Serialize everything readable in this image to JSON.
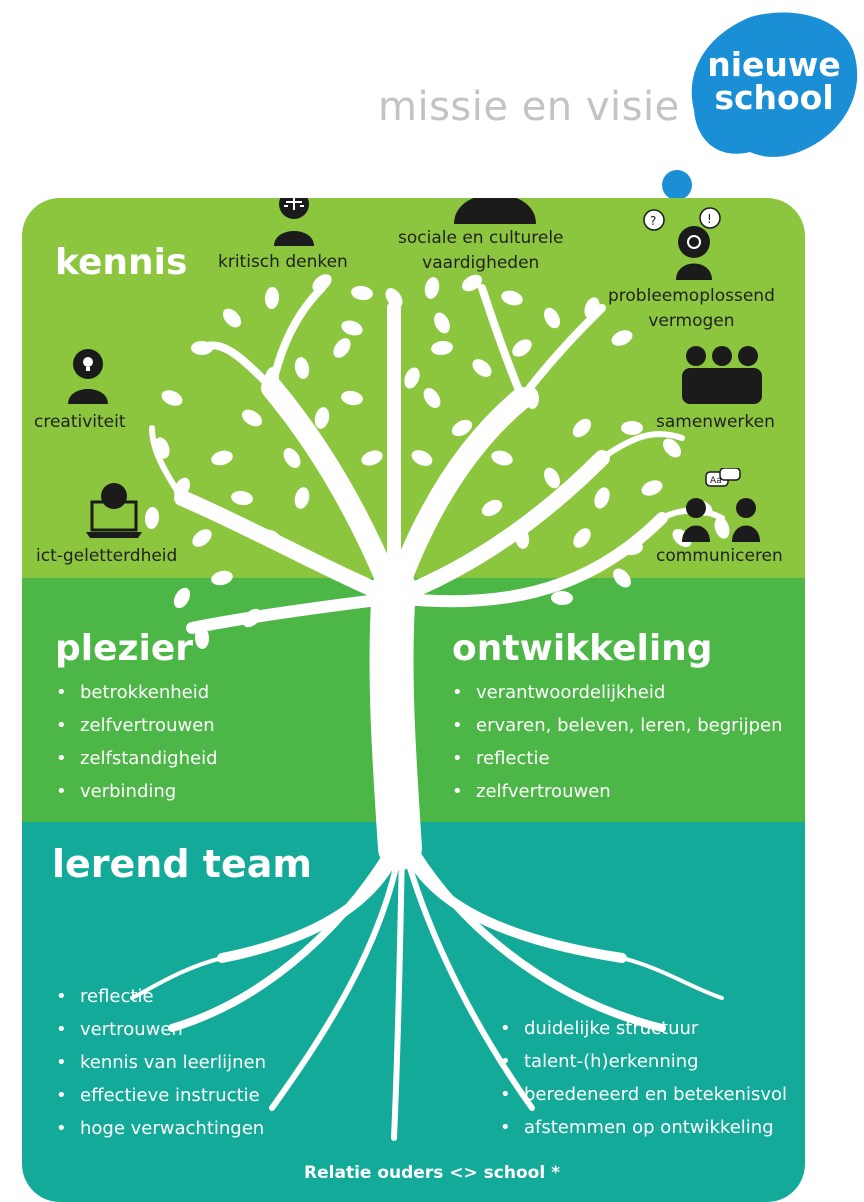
{
  "header": {
    "title": "missie en visie"
  },
  "logo": {
    "line1": "nieuwe",
    "line2": "school",
    "color": "#1a8fd6"
  },
  "colors": {
    "kennis": "#8cc63f",
    "middle": "#4cb747",
    "roots": "#14aa9a",
    "icon": "#1b1b1b"
  },
  "kennis": {
    "title": "kennis",
    "skills": [
      {
        "label": "kritisch denken",
        "icon": "scales-person-icon"
      },
      {
        "label": "sociale en culturele",
        "label2": "vaardigheden",
        "icon": "group-icon"
      },
      {
        "label": "probleemoplossend",
        "label2": "vermogen",
        "icon": "gears-person-icon"
      },
      {
        "label": "creativiteit",
        "icon": "lightbulb-person-icon"
      },
      {
        "label": "samenwerken",
        "icon": "team-icon"
      },
      {
        "label": "ict-geletterdheid",
        "icon": "laptop-person-icon"
      },
      {
        "label": "communiceren",
        "icon": "speech-people-icon"
      }
    ]
  },
  "plezier": {
    "title": "plezier",
    "items": [
      "betrokkenheid",
      "zelfvertrouwen",
      "zelfstandigheid",
      "verbinding"
    ]
  },
  "ontwikkeling": {
    "title": "ontwikkeling",
    "items": [
      "verantwoordelijkheid",
      "ervaren, beleven, leren, begrijpen",
      "reflectie",
      "zelfvertrouwen"
    ]
  },
  "lerend_team": {
    "title": "lerend team",
    "left_items": [
      "reflectie",
      "vertrouwen",
      "kennis van leerlijnen",
      "effectieve instructie",
      "hoge verwachtingen"
    ],
    "right_items": [
      "duidelijke structuur",
      "talent-(h)erkenning",
      "beredeneerd en betekenisvol",
      "afstemmen op ontwikkeling"
    ]
  },
  "footer": {
    "text": "Relatie ouders <> school *"
  }
}
